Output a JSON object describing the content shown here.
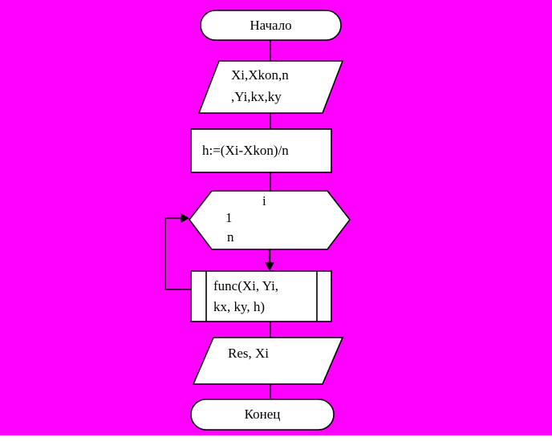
{
  "canvas": {
    "background": "#FF00FF",
    "shape_fill": "#FFFFFF",
    "shape_stroke": "#000000"
  },
  "flowchart": {
    "start": {
      "label": "Начало"
    },
    "input": {
      "text": "Xi,Xkon,n\n,Yi,kx,ky"
    },
    "process": {
      "label": "h:=(Xi-Xkon)/n"
    },
    "loop": {
      "variable": "i",
      "from": "1",
      "to": "n"
    },
    "subroutine": {
      "text": "func(Xi, Yi,\nkx, ky, h)"
    },
    "output": {
      "label": "Res, Xi"
    },
    "end": {
      "label": "Конец"
    }
  }
}
